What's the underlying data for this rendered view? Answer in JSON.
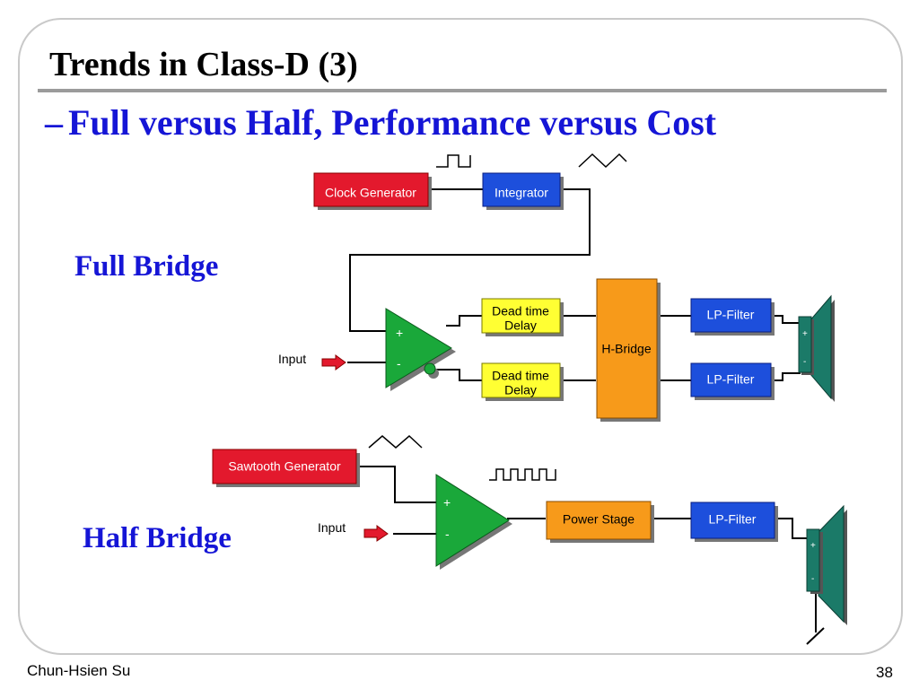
{
  "slide": {
    "title": "Trends in Class-D (3)",
    "bullet_dash": "–",
    "bullet": "Full versus Half, Performance versus Cost",
    "full_bridge_label": "Full Bridge",
    "half_bridge_label": "Half Bridge",
    "author": "Chun-Hsien Su",
    "page_number": "38"
  },
  "full_bridge": {
    "clock_generator": "Clock Generator",
    "integrator": "Integrator",
    "dead_time_1_line1": "Dead time",
    "dead_time_1_line2": "Delay",
    "dead_time_2_line1": "Dead time",
    "dead_time_2_line2": "Delay",
    "h_bridge": "H-Bridge",
    "lp_filter_1": "LP-Filter",
    "lp_filter_2": "LP-Filter",
    "input": "Input",
    "plus": "+",
    "minus": "-"
  },
  "half_bridge": {
    "sawtooth_generator": "Sawtooth Generator",
    "power_stage": "Power Stage",
    "lp_filter": "LP-Filter",
    "input": "Input",
    "plus": "+",
    "minus": "-"
  },
  "colors": {
    "title_blue": "#1515d6",
    "red_block": "#e3192d",
    "blue_block": "#1d4fdc",
    "yellow_block": "#ffff33",
    "orange_block": "#f79a1a",
    "green_triangle": "#1aa83a",
    "speaker_teal": "#1b7a68"
  }
}
